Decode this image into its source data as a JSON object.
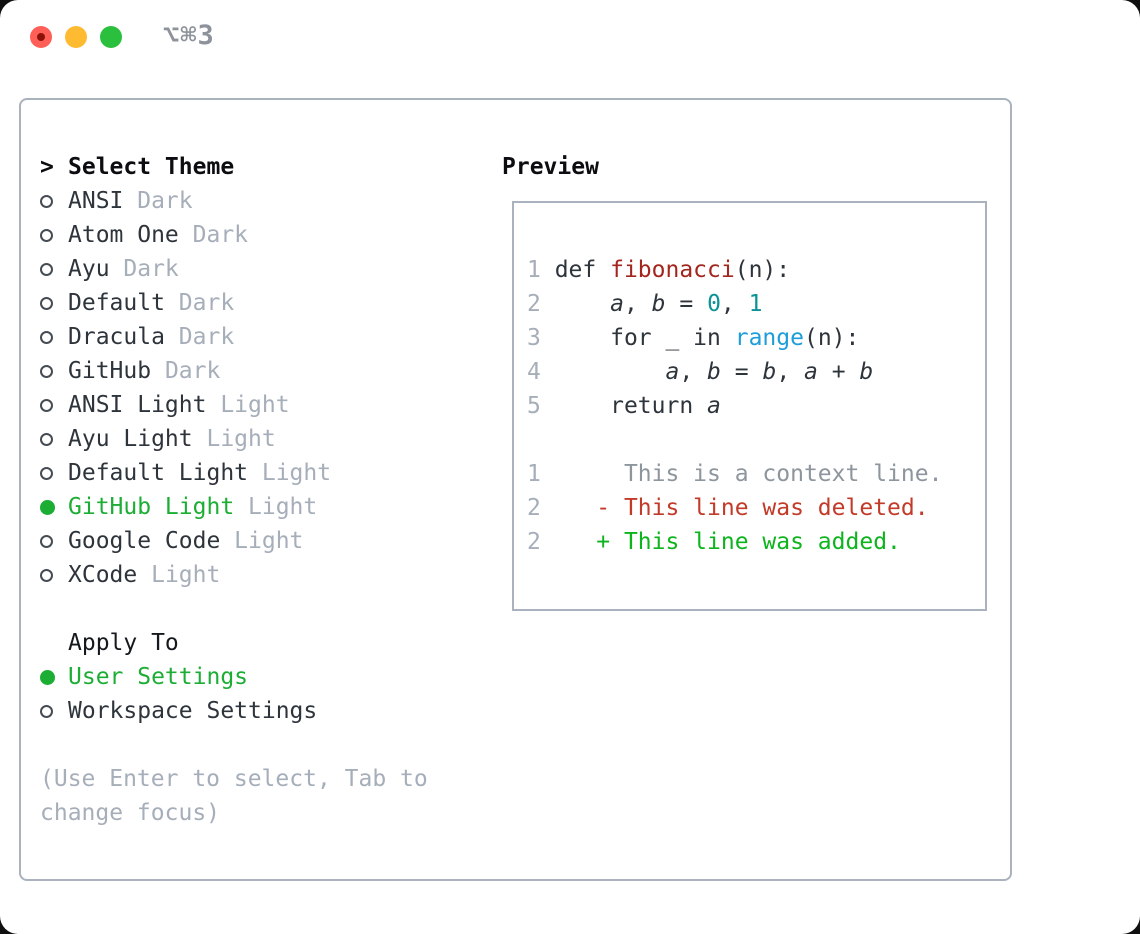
{
  "titlebar": {
    "title": "⌥⌘3"
  },
  "colors": {
    "accent_green": "#1cae34",
    "added_green": "#0eb41e",
    "deleted_red": "#c23a28",
    "function_red": "#a3261e",
    "number_teal": "#0c9396",
    "builtin_blue": "#1d9ed8",
    "muted_gray": "#a6aeb9",
    "border_gray": "#aab2bd"
  },
  "theme_panel": {
    "header_prefix": ">",
    "header": "Select Theme",
    "themes": [
      {
        "name": "ANSI",
        "tag": "Dark",
        "selected": false
      },
      {
        "name": "Atom One",
        "tag": "Dark",
        "selected": false
      },
      {
        "name": "Ayu",
        "tag": "Dark",
        "selected": false
      },
      {
        "name": "Default",
        "tag": "Dark",
        "selected": false
      },
      {
        "name": "Dracula",
        "tag": "Dark",
        "selected": false
      },
      {
        "name": "GitHub",
        "tag": "Dark",
        "selected": false
      },
      {
        "name": "ANSI Light",
        "tag": "Light",
        "selected": false
      },
      {
        "name": "Ayu Light",
        "tag": "Light",
        "selected": false
      },
      {
        "name": "Default Light",
        "tag": "Light",
        "selected": false
      },
      {
        "name": "GitHub Light",
        "tag": "Light",
        "selected": true
      },
      {
        "name": "Google Code",
        "tag": "Light",
        "selected": false
      },
      {
        "name": "XCode",
        "tag": "Light",
        "selected": false
      }
    ],
    "apply_to": {
      "header": "Apply To",
      "options": [
        {
          "label": "User Settings",
          "selected": true
        },
        {
          "label": "Workspace Settings",
          "selected": false
        }
      ]
    },
    "hint_lines": [
      "(Use Enter to select, Tab to",
      "change focus)"
    ]
  },
  "preview": {
    "header": "Preview",
    "code_lines": [
      {
        "num": "1",
        "segments": [
          {
            "text": "def ",
            "style": "code"
          },
          {
            "text": "fibonacci",
            "style": "func"
          },
          {
            "text": "(n):",
            "style": "code"
          }
        ]
      },
      {
        "num": "2",
        "segments": [
          {
            "text": "    ",
            "style": "code"
          },
          {
            "text": "a",
            "style": "var"
          },
          {
            "text": ", ",
            "style": "code"
          },
          {
            "text": "b",
            "style": "var"
          },
          {
            "text": " = ",
            "style": "code"
          },
          {
            "text": "0",
            "style": "num"
          },
          {
            "text": ", ",
            "style": "code"
          },
          {
            "text": "1",
            "style": "num"
          }
        ]
      },
      {
        "num": "3",
        "segments": [
          {
            "text": "    for _ in ",
            "style": "code"
          },
          {
            "text": "range",
            "style": "builtin"
          },
          {
            "text": "(n):",
            "style": "code"
          }
        ]
      },
      {
        "num": "4",
        "segments": [
          {
            "text": "        ",
            "style": "code"
          },
          {
            "text": "a",
            "style": "var"
          },
          {
            "text": ", ",
            "style": "code"
          },
          {
            "text": "b",
            "style": "var"
          },
          {
            "text": " = ",
            "style": "code"
          },
          {
            "text": "b",
            "style": "var"
          },
          {
            "text": ", ",
            "style": "code"
          },
          {
            "text": "a",
            "style": "var"
          },
          {
            "text": " + ",
            "style": "code"
          },
          {
            "text": "b",
            "style": "var"
          }
        ]
      },
      {
        "num": "5",
        "segments": [
          {
            "text": "    return ",
            "style": "code"
          },
          {
            "text": "a",
            "style": "var"
          }
        ]
      },
      {
        "num": "",
        "segments": []
      },
      {
        "num": "1",
        "segments": [
          {
            "text": "     This is a context line.",
            "style": "context"
          }
        ]
      },
      {
        "num": "2",
        "segments": [
          {
            "text": "   ",
            "style": "code"
          },
          {
            "text": "- This line was deleted.",
            "style": "deleted"
          }
        ]
      },
      {
        "num": "2",
        "segments": [
          {
            "text": "   ",
            "style": "code"
          },
          {
            "text": "+ This line was added.",
            "style": "added"
          }
        ]
      }
    ]
  }
}
